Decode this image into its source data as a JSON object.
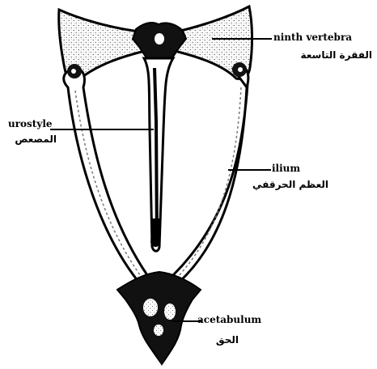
{
  "labels": {
    "ninth_vertebra": {
      "en": "ninth vertebra",
      "ar": "الفقرة التاسعة"
    },
    "urostyle": {
      "en": "urostyle",
      "ar": "المصعص"
    },
    "ilium": {
      "en": "ilium",
      "ar": "العظم الحرقفي"
    },
    "acetabulum": {
      "en": "acetabulum",
      "ar": "الحق"
    }
  }
}
